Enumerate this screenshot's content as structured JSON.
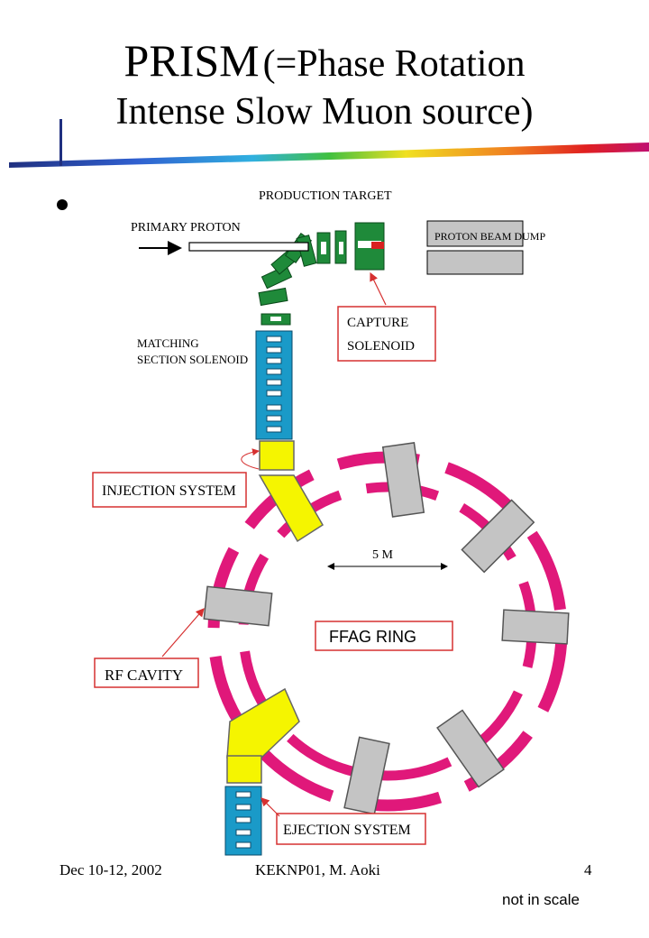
{
  "slide": {
    "title_main": "PRISM",
    "title_paren": "(=Phase Rotation",
    "title_line2": "Intense Slow Muon source)",
    "footer_date": "Dec 10-12, 2002",
    "footer_center": "KEKNP01, M. Aoki",
    "page_number": "4",
    "note": "not in scale"
  },
  "diagram": {
    "labels": {
      "production_target": "PRODUCTION TARGET",
      "primary_proton": "PRIMARY PROTON",
      "proton_beam_dump": "PROTON BEAM DUMP",
      "capture_solenoid_1": "CAPTURE",
      "capture_solenoid_2": "SOLENOID",
      "matching_1": "MATCHING",
      "matching_2": "SECTION SOLENOID",
      "injection_system": "INJECTION SYSTEM",
      "scale": "5 M",
      "ffag_ring": "FFAG RING",
      "rf_cavity": "RF CAVITY",
      "ejection_system": "EJECTION SYSTEM"
    },
    "colors": {
      "ring": "#e0187a",
      "solenoid_green": "#1f8a3a",
      "solenoid_blue": "#1a9ac8",
      "kicker_yellow": "#f5f500",
      "magnet_gray": "#c4c4c4",
      "label_border": "#d63030",
      "target_red": "#d82020"
    }
  }
}
